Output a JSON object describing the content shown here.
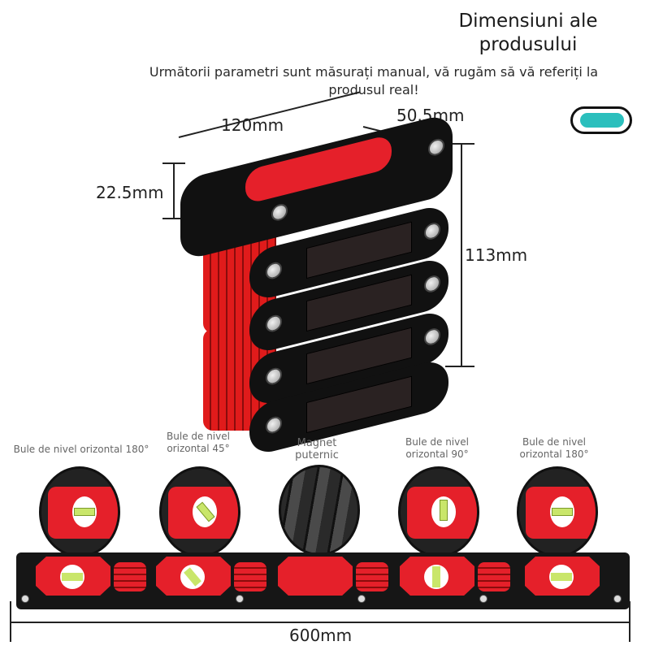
{
  "header": {
    "title": "Dimensiuni ale produsului",
    "note": "Următorii parametri sunt măsurați manual, vă rugăm să vă referiți la produsul real!"
  },
  "toggle": {
    "state": "on",
    "color": "#2bbfbd"
  },
  "dimensions": {
    "length": "120mm",
    "width": "50.5mm",
    "segment_height": "22.5mm",
    "folded_height": "113mm",
    "unfolded_length": "600mm"
  },
  "features": [
    {
      "label": "Bule de nivel orizontal 180°",
      "type": "vial-horizontal"
    },
    {
      "label": "Bule de nivel orizontal 45°",
      "type": "vial-45"
    },
    {
      "label": "Magnet puternic",
      "type": "magnet"
    },
    {
      "label": "Bule de nivel orizontal 90°",
      "type": "vial-vertical"
    },
    {
      "label": "Bule de nivel orizontal 180°",
      "type": "vial-horizontal"
    }
  ],
  "colors": {
    "accent_red": "#e5202a",
    "body_black": "#161616",
    "vial_green": "#c9e66a"
  }
}
